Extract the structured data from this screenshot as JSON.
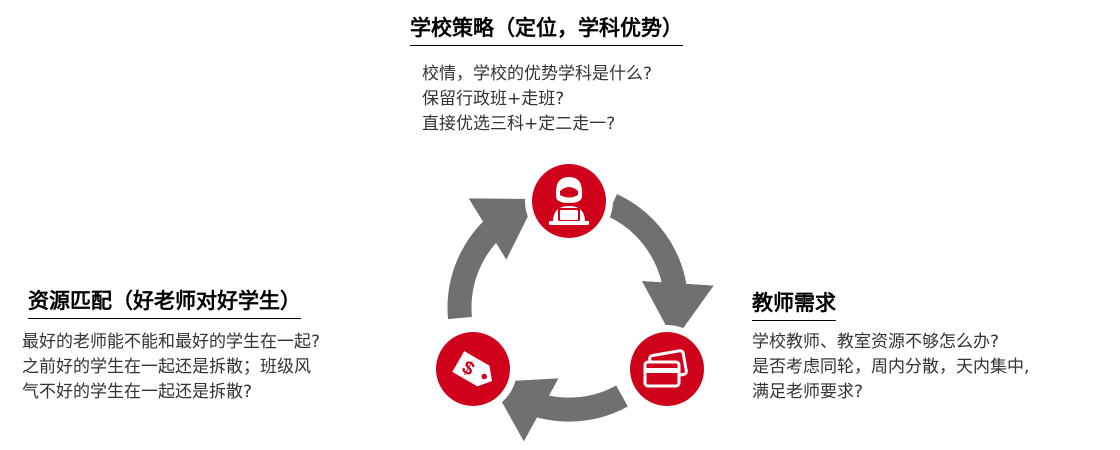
{
  "colors": {
    "accent": "#d0021b",
    "arrow": "#707070",
    "text": "#333333"
  },
  "top": {
    "title": "学校策略（定位，学科优势）",
    "lines": [
      "校情，学校的优势学科是什么?",
      "保留行政班+走班?",
      "直接优选三科+定二走一?"
    ],
    "icon": "person-laptop-icon"
  },
  "right": {
    "title": "教师需求",
    "lines": [
      "学校教师、教室资源不够怎么办?",
      "是否考虑同轮，周内分散，天内集中,",
      "满足老师要求?"
    ],
    "icon": "credit-card-icon"
  },
  "left": {
    "title": "资源匹配（好老师对好学生）",
    "lines": [
      "最好的老师能不能和最好的学生在一起?",
      "之前好的学生在一起还是拆散；班级风",
      "气不好的学生在一起还是拆散?"
    ],
    "icon": "price-tag-icon"
  }
}
